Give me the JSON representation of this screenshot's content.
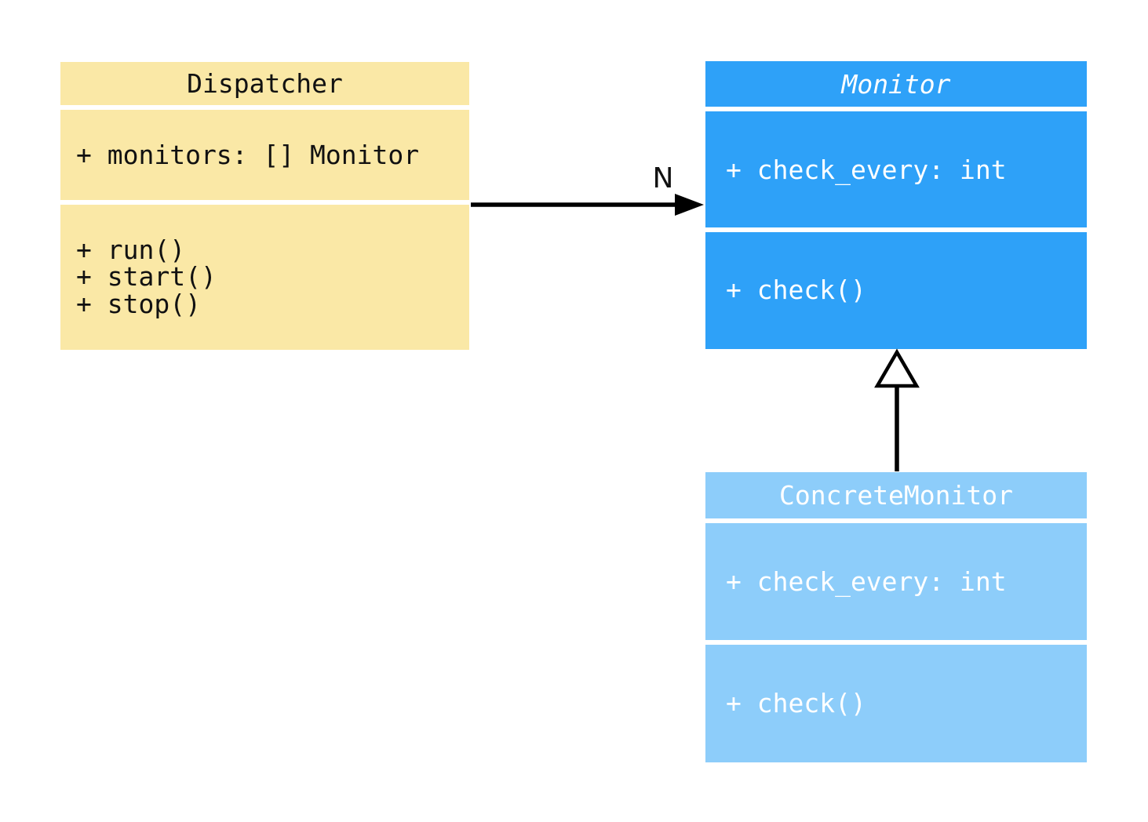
{
  "diagram": {
    "kind": "uml-class-diagram",
    "classes": [
      {
        "name": "Dispatcher",
        "attributes": [
          "+ monitors: [] Monitor"
        ],
        "methods": [
          "+ run()",
          "+ start()",
          "+ stop()"
        ],
        "fill_color": "#fae8a6",
        "text_color": "#111111"
      },
      {
        "name": "Monitor",
        "attributes": [
          "+ check_every: int"
        ],
        "methods": [
          "+ check()"
        ],
        "fill_color": "#2ea1f8",
        "text_color": "#ffffff"
      },
      {
        "name": "ConcreteMonitor",
        "attributes": [
          "+ check_every: int"
        ],
        "methods": [
          "+ check()"
        ],
        "fill_color": "#8dcdfa",
        "text_color": "#ffffff"
      }
    ],
    "relationships": [
      {
        "type": "association",
        "from": "Dispatcher",
        "to": "Monitor",
        "label": "N",
        "line_color": "#000000"
      },
      {
        "type": "inheritance",
        "from": "ConcreteMonitor",
        "to": "Monitor",
        "label": "",
        "line_color": "#000000"
      }
    ]
  }
}
